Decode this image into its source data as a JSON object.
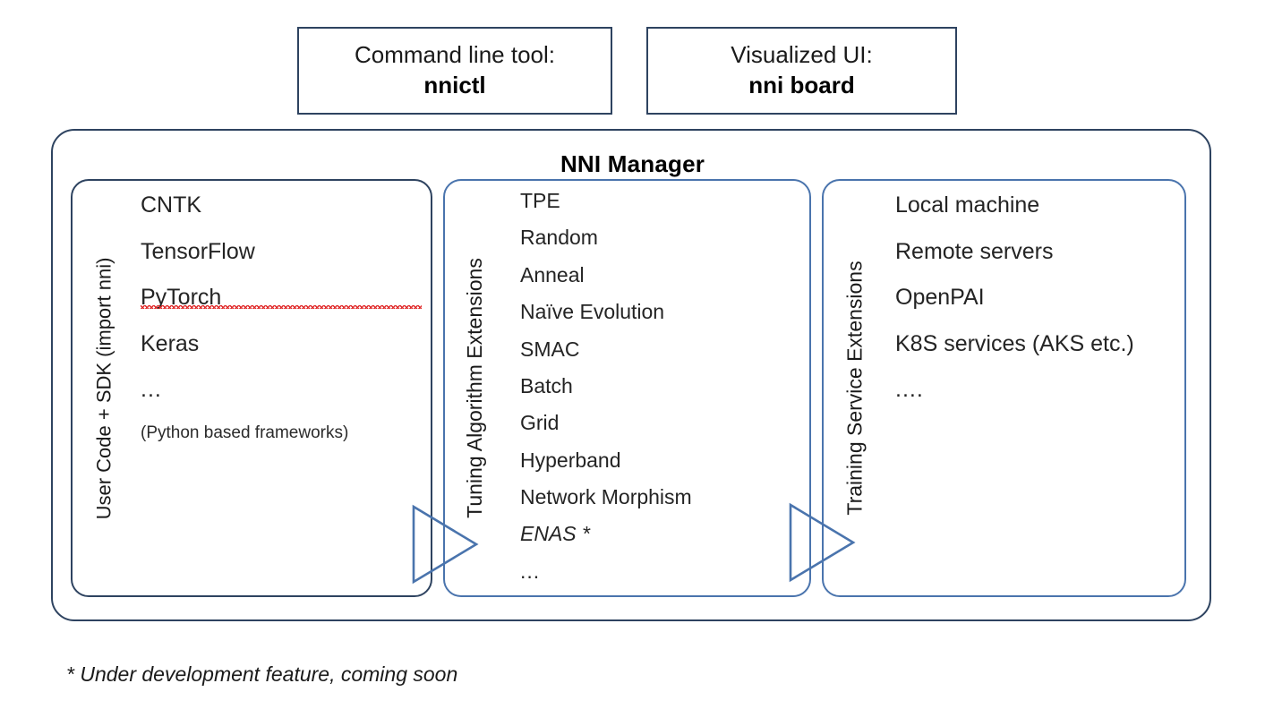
{
  "top_boxes": [
    {
      "caption": "Command line tool:",
      "name": "nnictl"
    },
    {
      "caption": "Visualized UI:",
      "name": "nni board"
    }
  ],
  "manager": {
    "title": "NNI Manager"
  },
  "panels": {
    "user_code": {
      "side_label": "User Code + SDK (import nni)",
      "items": [
        "CNTK",
        "TensorFlow",
        "PyTorch",
        "Keras",
        "...",
        "(Python based frameworks)"
      ]
    },
    "tuning": {
      "side_label": "Tuning Algorithm Extensions",
      "items": [
        "TPE",
        "Random",
        "Anneal",
        "Naïve Evolution",
        "SMAC",
        "Batch",
        "Grid",
        "Hyperband",
        "Network Morphism",
        "ENAS *",
        "..."
      ]
    },
    "training_service": {
      "side_label": "Training Service Extensions",
      "items": [
        "Local machine",
        "Remote servers",
        "OpenPAI",
        "K8S services (AKS etc.)",
        "...."
      ]
    }
  },
  "footnote": "* Under development feature, coming soon",
  "colors": {
    "navy_border": "#2e4360",
    "blue_border": "#4a74ad",
    "arrow_stroke": "#4a74ad",
    "text": "#242424",
    "spellcheck_underline": "#e02b2b"
  }
}
